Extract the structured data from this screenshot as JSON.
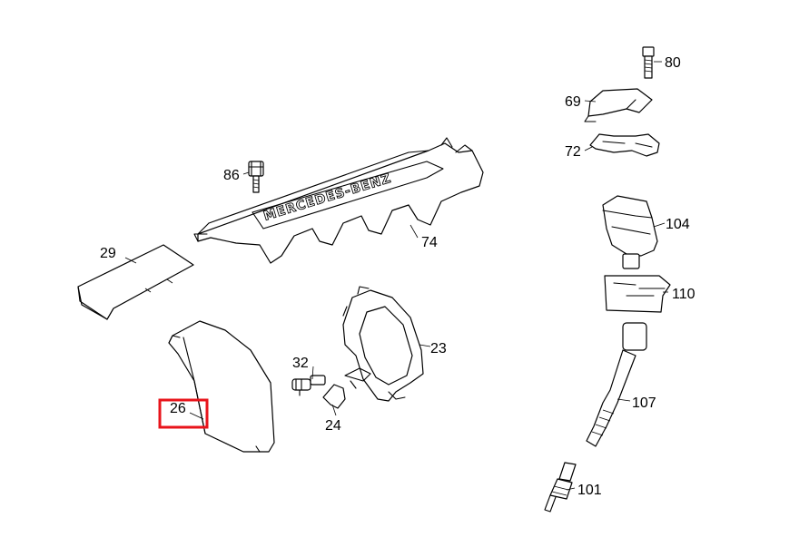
{
  "diagram": {
    "embossed_text": "MERCEDES-BENZ",
    "highlight_color": "#e8141b",
    "highlighted_part": "26",
    "callouts": {
      "p80": "80",
      "p69": "69",
      "p72": "72",
      "p86": "86",
      "p104": "104",
      "p29": "29",
      "p74": "74",
      "p110": "110",
      "p32": "32",
      "p23": "23",
      "p26": "26",
      "p107": "107",
      "p24": "24",
      "p101": "101"
    }
  }
}
